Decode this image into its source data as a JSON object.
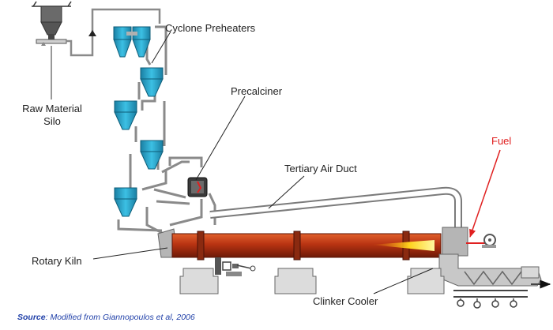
{
  "labels": {
    "raw_material_line1": "Raw Material",
    "raw_material_line2": "Silo",
    "cyclone_preheaters": "Cyclone Preheaters",
    "precalciner": "Precalciner",
    "tertiary_air_duct": "Tertiary Air Duct",
    "fuel": "Fuel",
    "rotary_kiln": "Rotary Kiln",
    "clinker_cooler": "Clinker Cooler"
  },
  "source": {
    "prefix": "Source",
    "text": ": Modified from Giannopoulos et al, 2006"
  },
  "colors": {
    "cyclone": "#2aa3c9",
    "kiln": "#b83312",
    "flame": "#ffd21c",
    "fuel": "#e02020",
    "duct_stroke": "#7b7b7b",
    "source_text": "#1f3fa8"
  }
}
